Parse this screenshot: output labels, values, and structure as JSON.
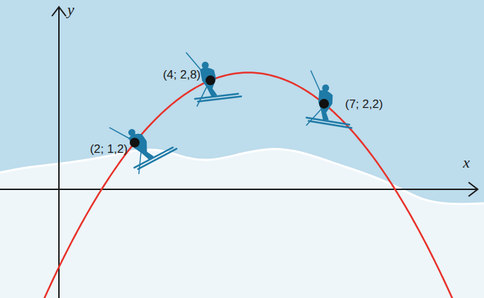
{
  "diagram": {
    "labels": [
      "y",
      "x",
      "(2; 1,2)",
      "(4; 2,8)",
      "(7; 2,2)"
    ]
  }
}
